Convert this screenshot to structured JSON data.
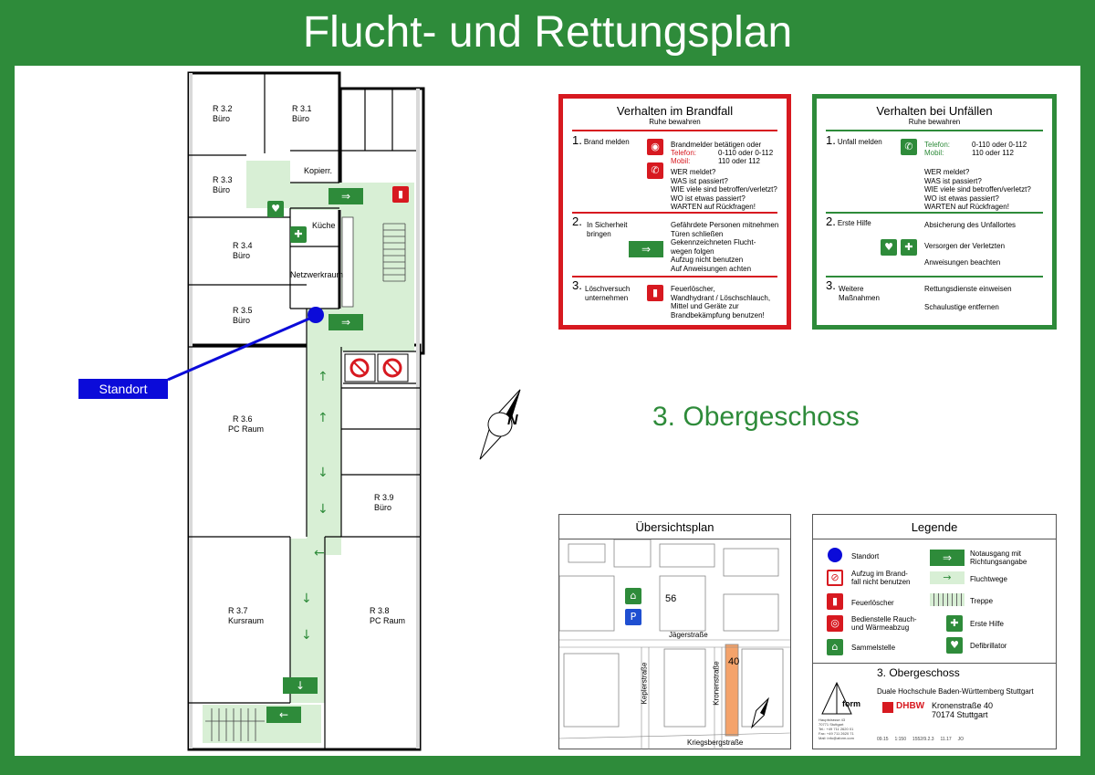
{
  "title": "Flucht- und Rettungsplan",
  "floor_label": "3. Obergeschoss",
  "standort_label": "Standort",
  "compass_letter": "N",
  "colors": {
    "green": "#2e8b3a",
    "red": "#d71920",
    "blue": "#0b0bd9",
    "route": "#d8efd5",
    "building_400": "#f4a36b"
  },
  "rooms": [
    {
      "name": "R 3.2",
      "use": "Büro"
    },
    {
      "name": "R 3.1",
      "use": "Büro"
    },
    {
      "name": "R 3.3",
      "use": "Büro"
    },
    {
      "name": "Kopierr.",
      "use": ""
    },
    {
      "name": "Küche",
      "use": ""
    },
    {
      "name": "R 3.4",
      "use": "Büro"
    },
    {
      "name": "Netzwerkraum",
      "use": ""
    },
    {
      "name": "R 3.5",
      "use": "Büro"
    },
    {
      "name": "R 3.6",
      "use": "PC Raum"
    },
    {
      "name": "R 3.9",
      "use": "Büro"
    },
    {
      "name": "R 3.7",
      "use": "Kursraum"
    },
    {
      "name": "R 3.8",
      "use": "PC Raum"
    }
  ],
  "fire_box": {
    "title": "Verhalten im Brandfall",
    "subtitle": "Ruhe bewahren",
    "step1_num": "1.",
    "step1_label": "Brand melden",
    "step1_text_a": "Brandmelder betätigen oder",
    "step1_tel_label": "Telefon:",
    "step1_tel_value": "0-110 oder 0-112",
    "step1_mob_label": "Mobil:",
    "step1_mob_value": "110 oder 112",
    "step1_text_b": "WER meldet?\nWAS ist passiert?\nWIE viele sind betroffen/verletzt?\nWO ist etwas passiert?\nWARTEN auf Rückfragen!",
    "step2_num": "2.",
    "step2_label": "In Sicherheit\nbringen",
    "step2_text": "Gefährdete Personen mitnehmen\nTüren schließen\nGekennzeichneten Flucht-\nwegen folgen\nAufzug nicht benutzen\nAuf Anweisungen achten",
    "step3_num": "3.",
    "step3_label": "Löschversuch\nunternehmen",
    "step3_text": "Feuerlöscher,\nWandhydrant / Löschschlauch,\nMittel und Geräte zur\nBrandbekämpfung benutzen!"
  },
  "accident_box": {
    "title": "Verhalten bei Unfällen",
    "subtitle": "Ruhe bewahren",
    "step1_num": "1.",
    "step1_label": "Unfall melden",
    "step1_tel_label": "Telefon:",
    "step1_tel_value": "0-110 oder 0-112",
    "step1_mob_label": "Mobil:",
    "step1_mob_value": "110 oder 112",
    "step1_text_b": "WER meldet?\nWAS ist passiert?\nWIE viele sind betroffen/verletzt?\nWO ist etwas passiert?\nWARTEN auf Rückfragen!",
    "step2_num": "2.",
    "step2_label": "Erste Hilfe",
    "step2_text_a": "Absicherung des Unfallortes",
    "step2_text_b": "Versorgen der Verletzten",
    "step2_text_c": "Anweisungen beachten",
    "step3_num": "3.",
    "step3_label": "Weitere\nMaßnahmen",
    "step3_text_a": "Rettungsdienste einweisen",
    "step3_text_b": "Schaulustige entfernen"
  },
  "overview": {
    "title": "Übersichtsplan",
    "building_56": "56",
    "building_40": "40",
    "street_jaeger": "Jägerstraße",
    "street_kepler": "Keplerstraße",
    "street_kronen": "Kronenstraße",
    "street_kriegsberg": "Kriegsbergstraße",
    "parking": "P"
  },
  "legend": {
    "title": "Legende",
    "standort": "Standort",
    "aufzug": "Aufzug im Brand-\nfall nicht benutzen",
    "feuerloescher": "Feuerlöscher",
    "rauch": "Bedienstelle Rauch-\nund Wärmeabzug",
    "sammelstelle": "Sammelstelle",
    "notausgang": "Notausgang mit\nRichtungsangabe",
    "fluchtwege": "Fluchtwege",
    "treppe": "Treppe",
    "erste_hilfe": "Erste Hilfe",
    "defibrillator": "Defibrillator"
  },
  "titleblock": {
    "floor": "3. Obergeschoss",
    "institution": "Duale Hochschule Baden-Württemberg Stuttgart",
    "logo_form": "form",
    "logo_dhbw": "DHBW",
    "address_street": "Kronenstraße 40",
    "address_city": "70174 Stuttgart",
    "small_left": "Hauptstrasse 43\n70771 Stuttgart\nTel.: +49 711 2620 01\nFax: +49 711 2620 71\nMail: info@aform.com",
    "footer_values": "09.15     1:150     1552/9.2.3     11.17     JO"
  }
}
